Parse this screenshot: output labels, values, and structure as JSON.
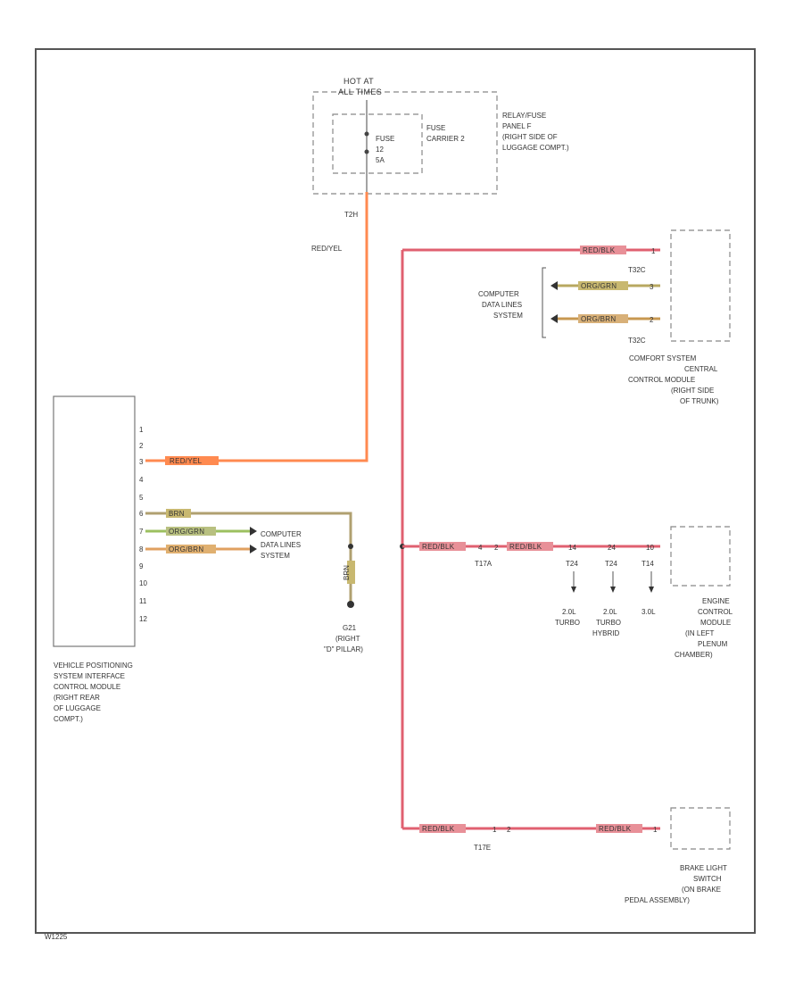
{
  "colors": {
    "red_blk_wire": "#e06070",
    "red_yel_wire": "#ff8a50",
    "org_grn_wire": "#b8a860",
    "org_brn_wire": "#c89850",
    "brn_wire": "#b0a070",
    "org_grn_wire_green": "#9cc060",
    "frame": "#555555"
  },
  "fuse_block": {
    "hot_label_1": "HOT AT",
    "hot_label_2": "ALL TIMES",
    "fuse_label_1": "FUSE",
    "fuse_label_2": "12",
    "fuse_label_3": "5A",
    "carrier_1": "FUSE",
    "carrier_2": "CARRIER 2",
    "relay_1": "RELAY/FUSE",
    "relay_2": "PANEL F",
    "relay_3": "(RIGHT SIDE OF",
    "relay_4": "LUGGAGE COMPT.)",
    "connector": "T2H",
    "wire": "RED/YEL"
  },
  "vps_module": {
    "pins": [
      "1",
      "2",
      "3",
      "4",
      "5",
      "6",
      "7",
      "8",
      "9",
      "10",
      "11",
      "12"
    ],
    "name": [
      "VEHICLE POSITIONING",
      "SYSTEM INTERFACE",
      "CONTROL MODULE",
      "(RIGHT REAR",
      "OF LUGGAGE",
      "COMPT.)"
    ],
    "pin3_wire": "RED/YEL",
    "pin6_wire": "BRN",
    "pin7_wire": "ORG/GRN",
    "pin8_wire": "ORG/BRN",
    "data_lines": [
      "COMPUTER",
      "DATA LINES",
      "SYSTEM"
    ]
  },
  "ground": {
    "wire": "BRN",
    "name": [
      "G21",
      "(RIGHT",
      "\"D\" PILLAR)"
    ]
  },
  "comfort": {
    "wire_top": "RED/BLK",
    "pin_top": "1",
    "wire_mid1": "ORG/GRN",
    "pin_mid1": "3",
    "wire_mid2": "ORG/BRN",
    "pin_mid2": "2",
    "conn_a": "T32C",
    "conn_b": "T32C",
    "data_lines": [
      "COMPUTER",
      "DATA LINES",
      "SYSTEM"
    ],
    "name": [
      "COMFORT SYSTEM",
      "CENTRAL",
      "CONTROL MODULE",
      "(RIGHT SIDE",
      "OF TRUNK)"
    ]
  },
  "engine": {
    "wire_a": "RED/BLK",
    "pin_a": "4",
    "conn_a": "T17A",
    "pin_a2": "2",
    "wire_b": "RED/BLK",
    "pin_b": "14",
    "conn_b": "T24",
    "pin_c": "24",
    "conn_c": "T24",
    "pin_d": "10",
    "conn_d": "T14",
    "variant_b": [
      "2.0L",
      "TURBO"
    ],
    "variant_c": [
      "2.0L",
      "TURBO",
      "HYBRID"
    ],
    "variant_d": [
      "3.0L"
    ],
    "name": [
      "ENGINE",
      "CONTROL",
      "MODULE",
      "(IN LEFT",
      "PLENUM",
      "CHAMBER)"
    ]
  },
  "brake": {
    "wire_a": "RED/BLK",
    "pin_a": "1",
    "conn": "T17E",
    "pin_b": "2",
    "wire_b": "RED/BLK",
    "pin_c": "1",
    "name": [
      "BRAKE LIGHT",
      "SWITCH",
      "(ON BRAKE",
      "PEDAL ASSEMBLY)"
    ]
  },
  "footer_id": "W1225"
}
